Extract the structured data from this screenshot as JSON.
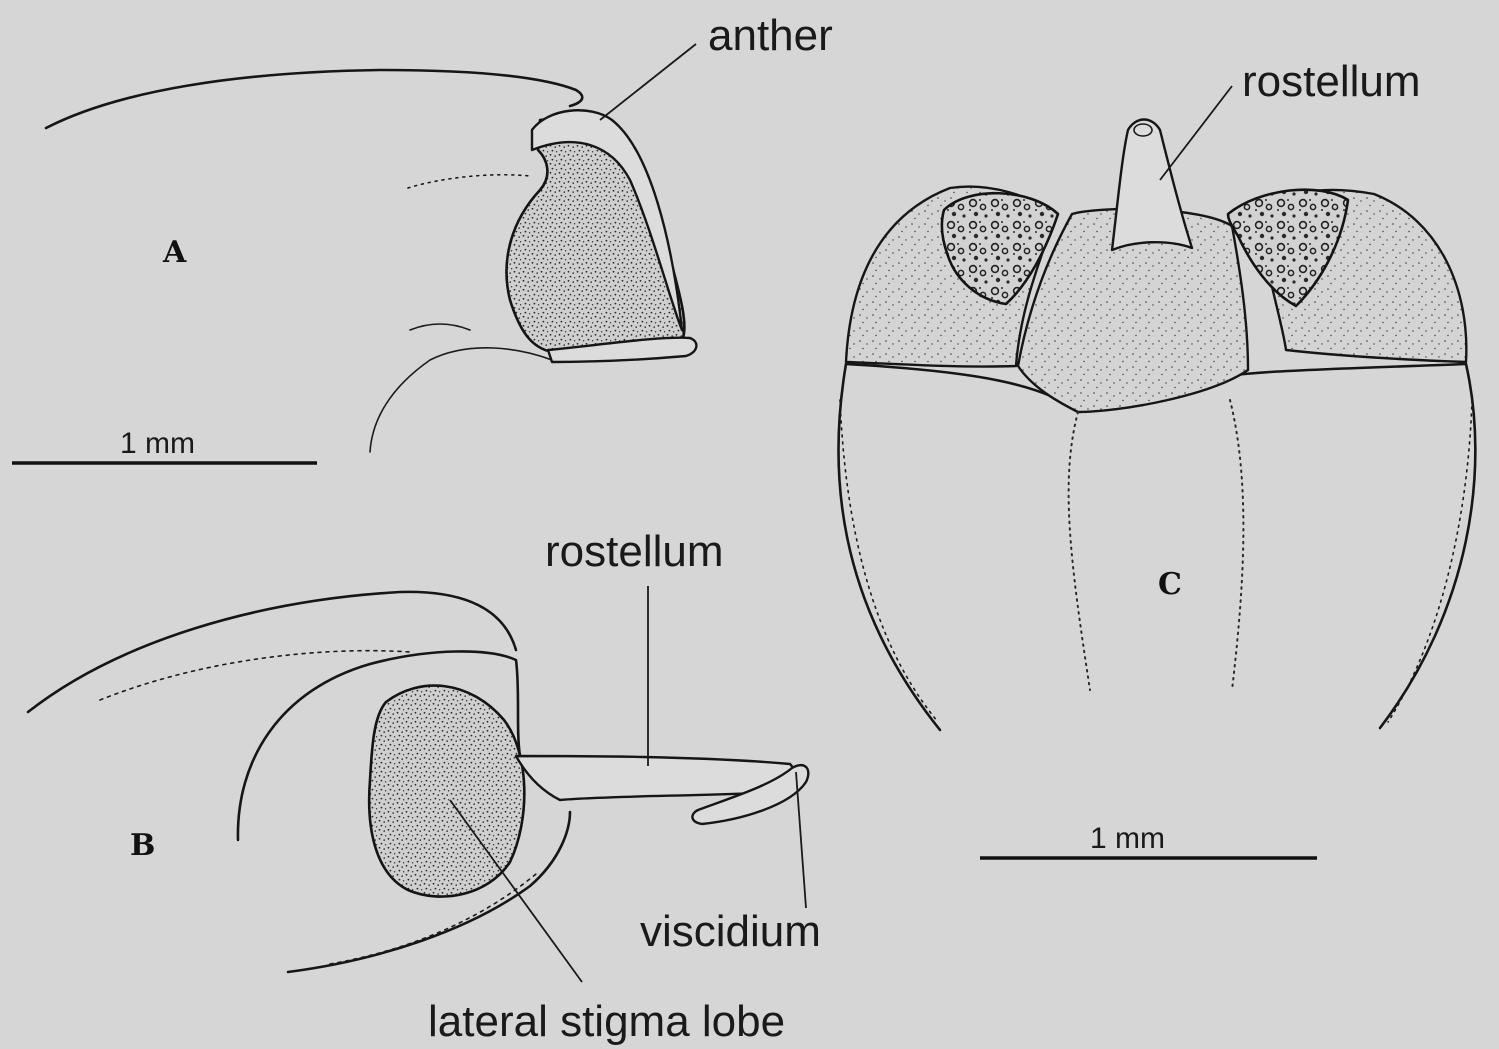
{
  "panels": {
    "a": {
      "letter": "A"
    },
    "b": {
      "letter": "B"
    },
    "c": {
      "letter": "C"
    }
  },
  "annotations": {
    "anther": "anther",
    "rostellum_c": "rostellum",
    "rostellum_b": "rostellum",
    "viscidium": "viscidium",
    "lateral_stigma_lobe": "lateral stigma lobe"
  },
  "scale_bars": {
    "a": {
      "label": "1 mm"
    },
    "c": {
      "label": "1 mm"
    }
  },
  "colors": {
    "background": "#d6d6d6",
    "ink": "#161616"
  }
}
